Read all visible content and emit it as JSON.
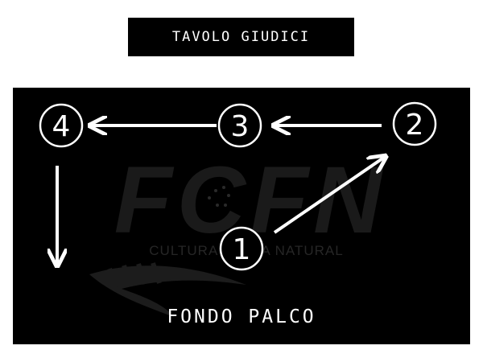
{
  "judges_table": {
    "label": "TAVOLO GIUDICI"
  },
  "stage": {
    "back_label": "FONDO PALCO",
    "watermark": {
      "letters": "FCFN",
      "tagline": "CULTURA FISICA NATURAL"
    },
    "positions": [
      {
        "id": "1",
        "label": "1"
      },
      {
        "id": "2",
        "label": "2"
      },
      {
        "id": "3",
        "label": "3"
      },
      {
        "id": "4",
        "label": "4"
      }
    ],
    "sequence": [
      "1",
      "2",
      "3",
      "4"
    ],
    "colors": {
      "background": "#000000",
      "foreground": "#ffffff",
      "watermark": "#1c1c1c"
    }
  }
}
